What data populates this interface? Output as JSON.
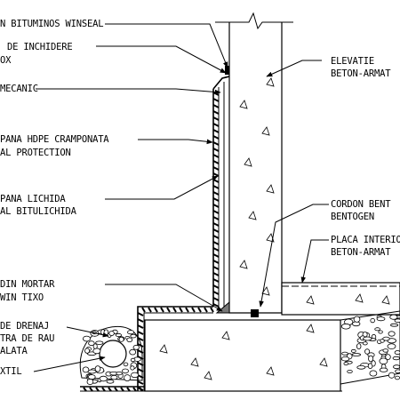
{
  "labels": {
    "l1": "N BITUMINOS WINSEAL",
    "l2a": "DE INCHIDERE",
    "l2b": "OX",
    "l3": "MECANIC",
    "l4a": "PANA HDPE CRAMPONATA",
    "l4b": "AL PROTECTION",
    "l5a": "PANA LICHIDA",
    "l5b": "AL BITULICHIDA",
    "l6a": "DIN MORTAR",
    "l6b": "WIN TIXO",
    "l7a": "DE DRENAJ",
    "l7b": "TRA DE RAU",
    "l7c": "ALATA",
    "l8": "XTIL",
    "r1a": "ELEVATIE",
    "r1b": "BETON-ARMAT",
    "r2a": "CORDON BENT",
    "r2b": "BENTOGEN",
    "r3a": "PLACA INTERIO",
    "r3b": "BETON-ARMAT"
  },
  "colors": {
    "line": "#000000",
    "background": "#ffffff"
  },
  "icons": {
    "leader": "arrow-leader-icon",
    "break": "break-line-icon",
    "aggregate": "triangle-aggregate-icon"
  }
}
